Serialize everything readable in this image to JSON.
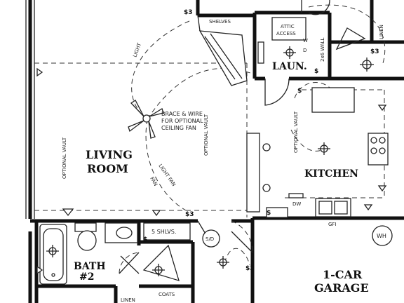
{
  "rooms": {
    "living_line1": "LIVING",
    "living_line2": "ROOM",
    "kitchen": "KITCHEN",
    "laundry": "LAUN.",
    "bath_line1": "BATH",
    "bath_line2": "#2",
    "garage_line1": "1-CAR",
    "garage_line2": "GARAGE"
  },
  "labels": {
    "shelves": "SHELVES",
    "attic_line1": "ATTIC",
    "attic_line2": "ACCESS",
    "wall_2x6": "2x6 WALL",
    "linen_top": "LINEN",
    "fan_note_1": "BRACE & WIRE",
    "fan_note_2": "FOR OPTIONAL",
    "fan_note_3": "CEILING FAN",
    "light": "LIGHT",
    "light_fan": "LIGHT FAN",
    "fan": "FAN",
    "optional_vault": "OPTIONAL VAULT",
    "shelves_5": "5 SHLVS.",
    "coats": "COATS",
    "linen_bottom": "LINEN",
    "water_heater": "WH",
    "sd": "S/D",
    "gfi": "GFI",
    "dw": "DW"
  },
  "symbols": {
    "switch": "$",
    "switch_3way": "$3",
    "washer": "W",
    "dryer": "D"
  }
}
